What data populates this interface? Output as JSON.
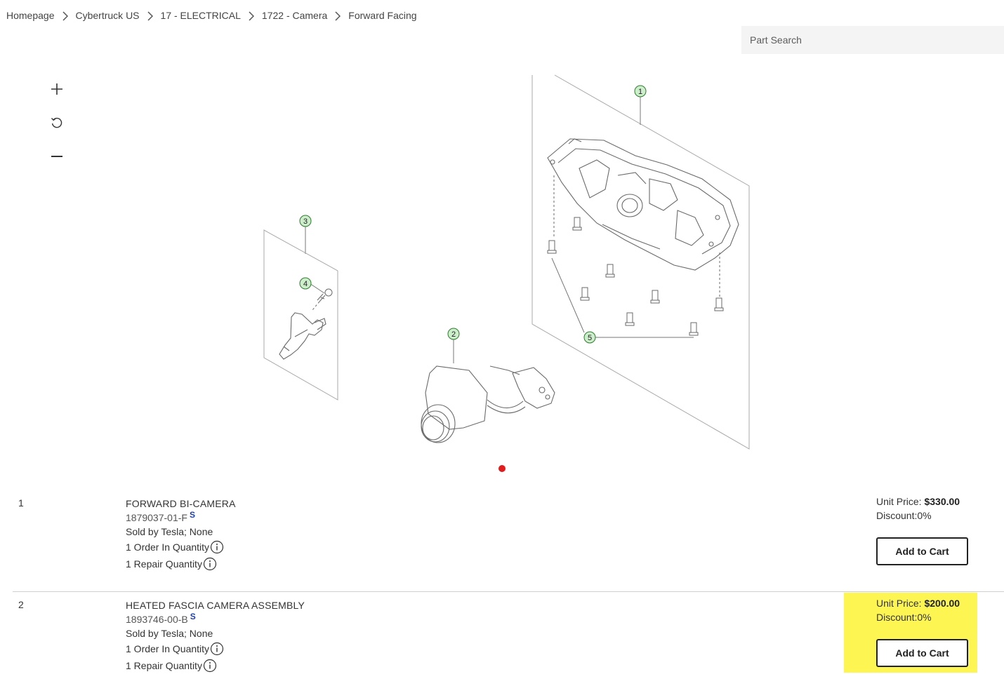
{
  "breadcrumb": {
    "items": [
      "Homepage",
      "Cybertruck US",
      "17 - ELECTRICAL",
      "1722 - Camera",
      "Forward Facing"
    ]
  },
  "search": {
    "placeholder": "Part Search"
  },
  "diagram": {
    "zoom_controls": [
      "zoom-in-icon",
      "reset-view-icon",
      "zoom-out-icon"
    ],
    "callouts": [
      "1",
      "2",
      "3",
      "4",
      "5"
    ]
  },
  "parts": [
    {
      "index": "1",
      "name": "FORWARD BI-CAMERA",
      "part_number": "1879037-01-F",
      "badge": "S",
      "sold_by": "Sold by Tesla; None",
      "order_qty": "1 Order In Quantity",
      "repair_qty": "1 Repair Quantity",
      "unit_price_label": "Unit Price:",
      "unit_price": "$330.00",
      "discount": "Discount:0%",
      "cart_label": "Add to Cart"
    },
    {
      "index": "2",
      "name": "HEATED FASCIA CAMERA ASSEMBLY",
      "part_number": "1893746-00-B",
      "badge": "S",
      "sold_by": "Sold by Tesla; None",
      "order_qty": "1 Order In Quantity",
      "repair_qty": "1 Repair Quantity",
      "unit_price_label": "Unit Price:",
      "unit_price": "$200.00",
      "discount": "Discount:0%",
      "cart_label": "Add to Cart"
    }
  ],
  "colors": {
    "highlight": "#fdf552",
    "callout_fill": "#cdeecb",
    "callout_stroke": "#2f7a2f",
    "pager_dot": "#e01c1c"
  }
}
